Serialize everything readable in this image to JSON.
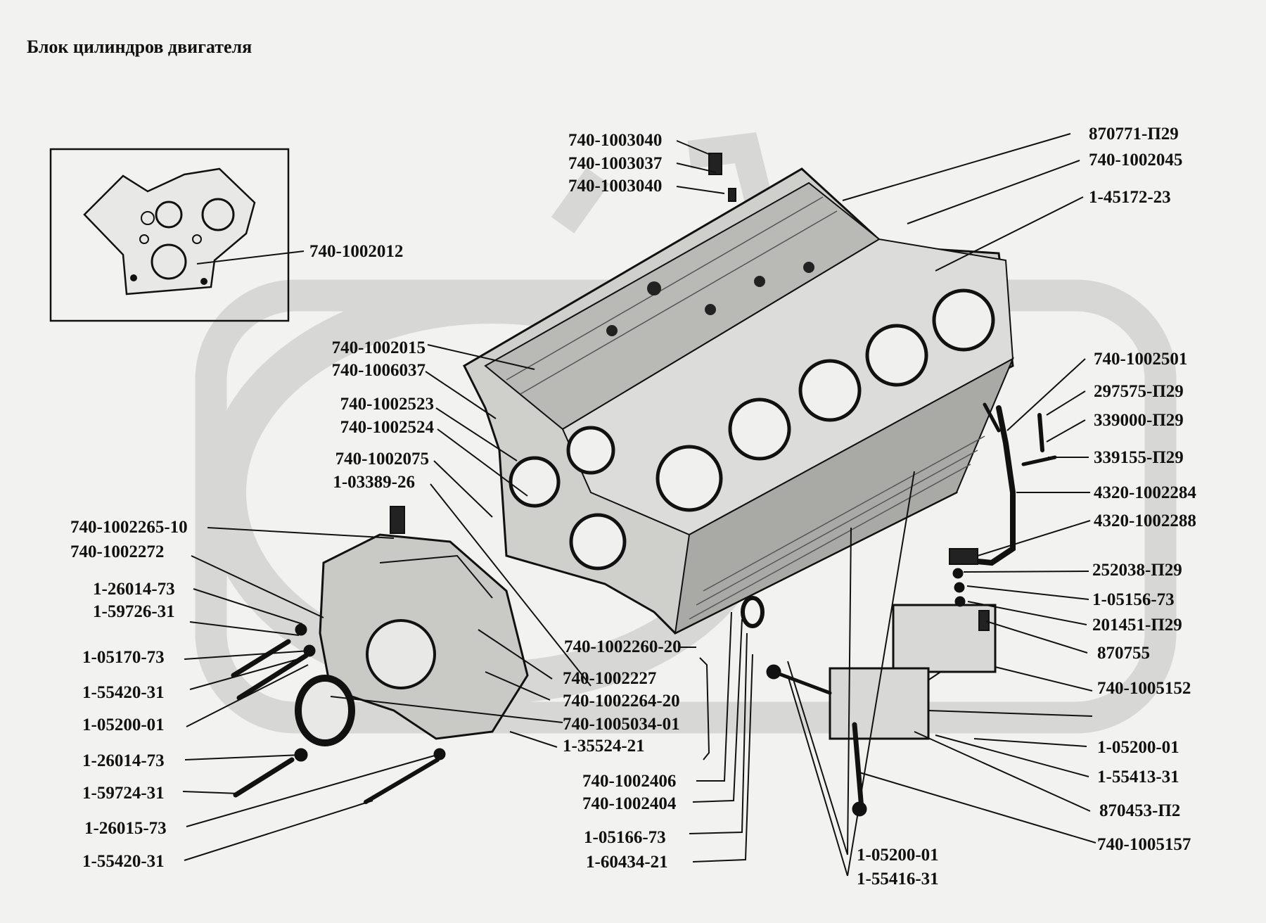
{
  "title": "Блок цилиндров двигателя",
  "labels": {
    "inset": "740-1002012",
    "top1": "740-1003040",
    "top2": "740-1003037",
    "top3": "740-1003040",
    "r1": "870771-П29",
    "r2": "740-1002045",
    "r3": "1-45172-23",
    "r4": "740-1002501",
    "r5": "297575-П29",
    "r6": "339000-П29",
    "r7": "339155-П29",
    "r8": "4320-1002284",
    "r9": "4320-1002288",
    "r10": "252038-П29",
    "r11": "1-05156-73",
    "r12": "201451-П29",
    "r13": "870755",
    "r14": "740-1005152",
    "r15": "1-05200-01",
    "r16": "1-55413-31",
    "r17": "870453-П2",
    "r18": "740-1005157",
    "m1": "740-1002015",
    "m2": "740-1006037",
    "m3": "740-1002523",
    "m4": "740-1002524",
    "m5": "740-1002075",
    "m6": "1-03389-26",
    "l1": "740-1002265-10",
    "l2": "740-1002272",
    "l3": "1-26014-73",
    "l4": "1-59726-31",
    "l5": "1-05170-73",
    "l6": "1-55420-31",
    "l7": "1-05200-01",
    "l8": "1-26014-73",
    "l9": "1-59724-31",
    "l10": "1-26015-73",
    "l11": "1-55420-31",
    "c1": "740-1002260-20",
    "c2": "740-1002227",
    "c3": "740-1002264-20",
    "c4": "740-1005034-01",
    "c5": "1-35524-21",
    "b1": "740-1002406",
    "b2": "740-1002404",
    "b3": "1-05166-73",
    "b4": "1-60434-21",
    "b5": "1-05200-01",
    "b6": "1-55416-31"
  }
}
